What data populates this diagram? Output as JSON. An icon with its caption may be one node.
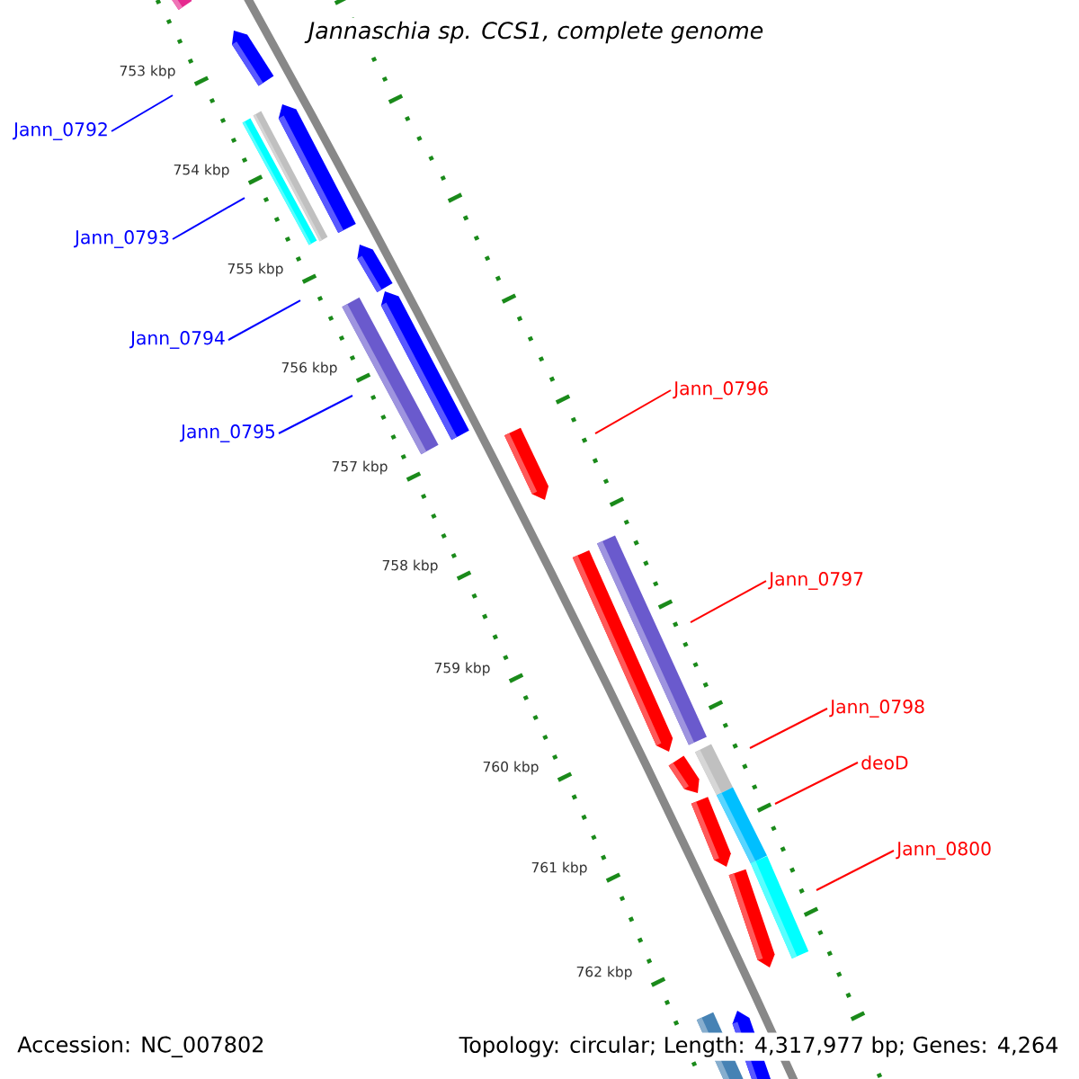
{
  "diagram": {
    "title": "Jannaschia sp. CCS1, complete genome",
    "nodes": [
      {
        "text": [
          "Jann_0792"
        ]
      },
      {
        "text": [
          "Jann_0793"
        ]
      },
      {
        "text": [
          "Jann_0794"
        ]
      },
      {
        "text": [
          "Jann_0795"
        ]
      },
      {
        "text": [
          "Jann_0796"
        ]
      },
      {
        "text": [
          "Jann_0797"
        ]
      },
      {
        "text": [
          "Jann_0798"
        ]
      },
      {
        "text": [
          "deoD"
        ]
      },
      {
        "text": [
          "Jann_0800"
        ]
      }
    ],
    "edges": [
      {
        "from": 0,
        "to": null,
        "arrow": "none",
        "color": "#0000ff"
      },
      {
        "from": 1,
        "to": null,
        "arrow": "none",
        "color": "#0000ff"
      },
      {
        "from": 2,
        "to": null,
        "arrow": "none",
        "color": "#0000ff"
      },
      {
        "from": 3,
        "to": null,
        "arrow": "none",
        "color": "#0000ff"
      },
      {
        "from": 4,
        "to": null,
        "arrow": "none"
      },
      {
        "from": 5,
        "to": null,
        "arrow": "none"
      },
      {
        "from": 6,
        "to": null,
        "arrow": "none"
      },
      {
        "from": 7,
        "to": null,
        "arrow": "none"
      },
      {
        "from": 8,
        "to": null,
        "arrow": "none"
      }
    ],
    "labels": [
      "753 kbp",
      "754 kbp",
      "755 kbp",
      "756 kbp",
      "757 kbp",
      "758 kbp",
      "759 kbp",
      "760 kbp",
      "761 kbp",
      "762 kbp",
      "Accession: NC_007802",
      "Topology: circular; Length: 4,317,977 bp; Genes: 4,264"
    ]
  }
}
